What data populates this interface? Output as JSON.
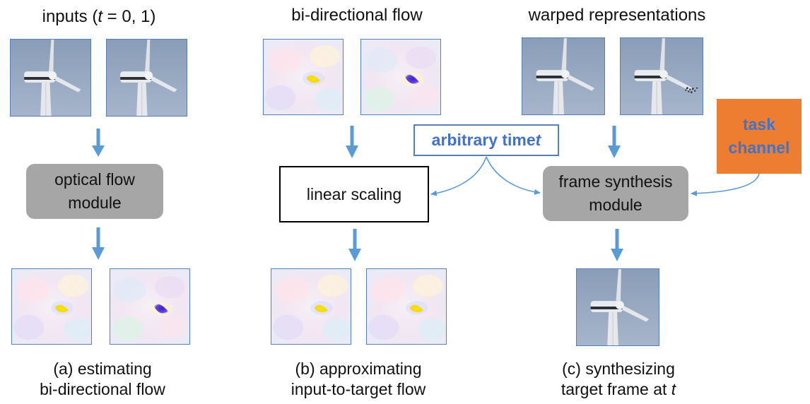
{
  "columns": {
    "a": {
      "heading_pre": "inputs (",
      "heading_var": "t",
      "heading_post": " = 0, 1)",
      "module_line1": "optical flow",
      "module_line2": "module",
      "caption_line1": "(a)  estimating",
      "caption_line2": "bi-directional flow"
    },
    "b": {
      "heading": "bi-directional flow",
      "module": "linear scaling",
      "caption_line1": "(b) approximating",
      "caption_line2": "input-to-target flow"
    },
    "c": {
      "heading": "warped representations",
      "module_line1": "frame synthesis",
      "module_line2": "module",
      "caption_line1": "(c) synthesizing",
      "caption_line2_pre": "target frame at ",
      "caption_line2_var": "t"
    }
  },
  "time_input": {
    "label": "arbitrary time ",
    "var": "t"
  },
  "task_channel": {
    "line1": "task",
    "line2": "channel"
  },
  "colors": {
    "arrow": "#5b9bd5",
    "module_gray": "#a6a6a6",
    "task_orange": "#ed7d31",
    "accent_text": "#4472c4",
    "image_border": "#5a7fb5"
  }
}
